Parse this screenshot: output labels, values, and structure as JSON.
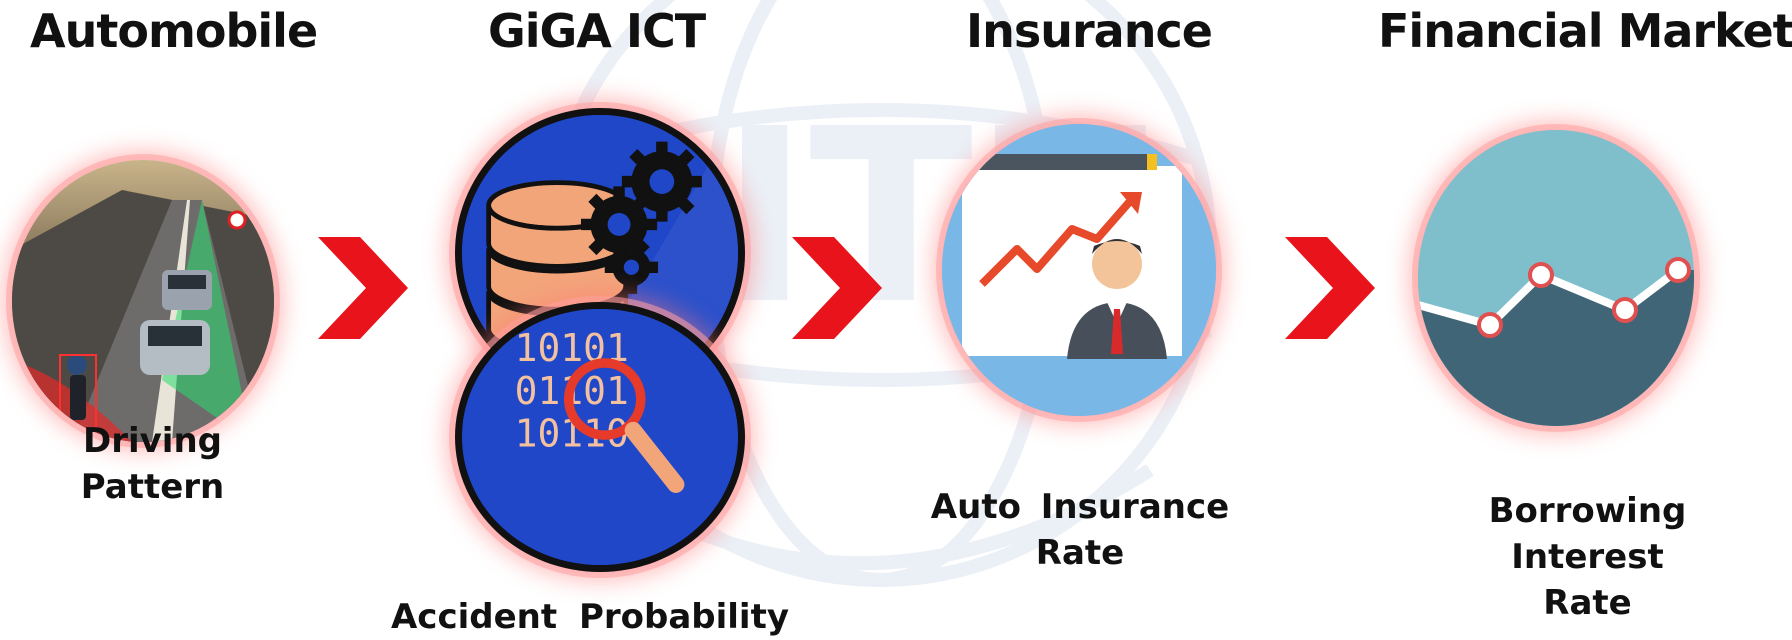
{
  "colors": {
    "arrow_red": "#e8131b",
    "giga_blue": "#1f47c8",
    "data_orange": "#f3a57a",
    "insurance_blue": "#79b8e6",
    "chart_teal": "#7fbfcc",
    "chart_slate": "#3f6576",
    "watermark": "#6f8fc4"
  },
  "stages": [
    {
      "title": "Automobile",
      "caption": "Driving Pattern",
      "icon": "car-road-photo"
    },
    {
      "title": "GiGA ICT",
      "icon": "database-gears-icon"
    },
    {
      "title": "Insurance",
      "caption_line1": "Auto Insurance",
      "caption_line2": "Rate",
      "icon": "presentation-board-icon"
    },
    {
      "title": "Financial Market",
      "caption_line1": "Borrowing Interest",
      "caption_line2": "Rate",
      "icon": "line-chart-icon"
    }
  ],
  "giga_lower": {
    "caption": "Accident Probability",
    "binary_rows": [
      "10101",
      "01101",
      "10110"
    ],
    "icon": "magnifier-binary-icon"
  },
  "watermark": {
    "text": "ITU"
  }
}
